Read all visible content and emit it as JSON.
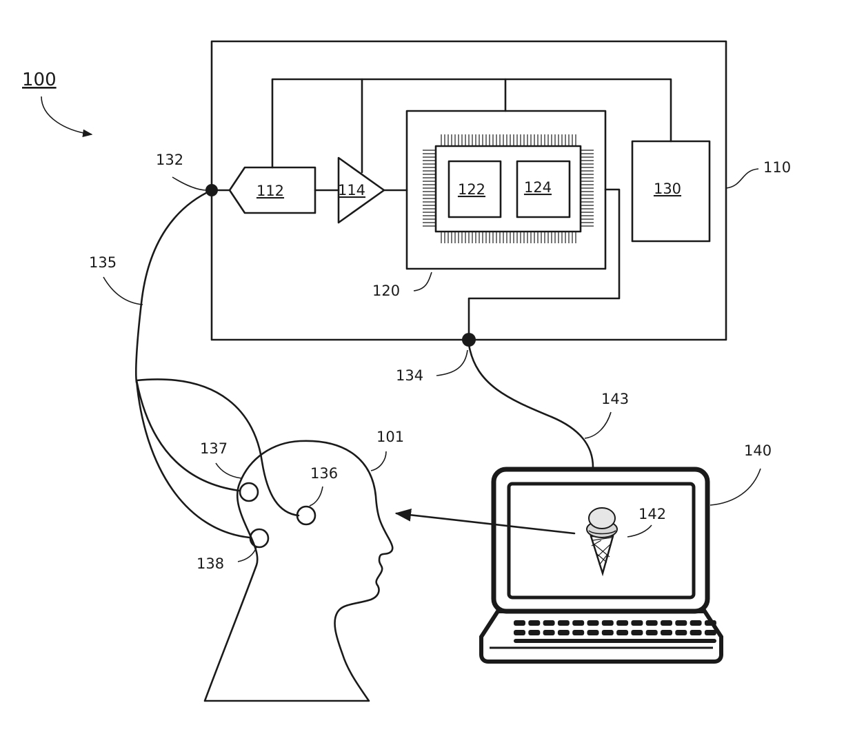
{
  "figure_label": "100",
  "refs": {
    "r101": "101",
    "r110": "110",
    "r112": "112",
    "r114": "114",
    "r120": "120",
    "r122": "122",
    "r124": "124",
    "r130": "130",
    "r132": "132",
    "r134": "134",
    "r135": "135",
    "r136": "136",
    "r137": "137",
    "r138": "138",
    "r140": "140",
    "r142": "142",
    "r143": "143"
  },
  "colors": {
    "line": "#1a1a1a",
    "background": "#ffffff"
  }
}
